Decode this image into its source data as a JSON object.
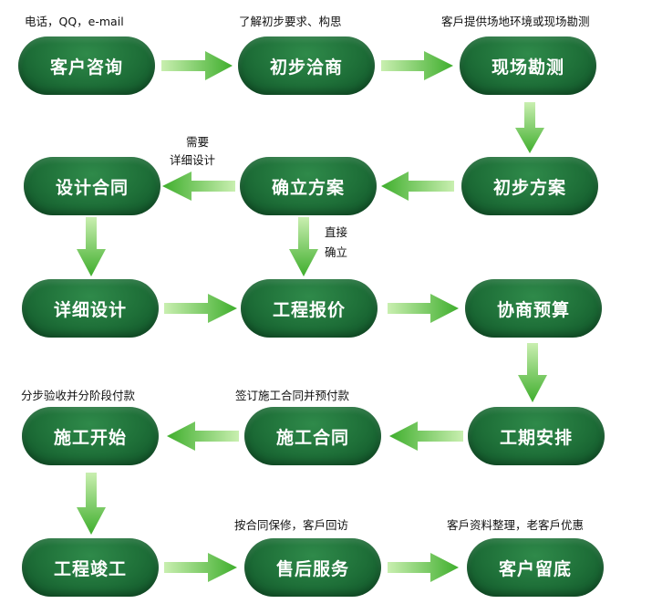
{
  "diagram": {
    "colors": {
      "node_fill": "#1e6f38",
      "node_text": "#ffffff",
      "arrow_light": "#a8e08a",
      "arrow_dark": "#3fae2d"
    },
    "nodes": {
      "kehu_zixun": "客户咨询",
      "chubu_qiashang": "初步洽商",
      "xianchang_kance": "现场勘测",
      "sheji_hetong": "设计合同",
      "queli_fangan": "确立方案",
      "chubu_fangan": "初步方案",
      "xiangxi_sheji": "详细设计",
      "gongcheng_baojia": "工程报价",
      "xieshang_yusuan": "协商预算",
      "shigong_kaishi": "施工开始",
      "shigong_hetong": "施工合同",
      "gongqi_anpai": "工期安排",
      "gongcheng_jungong": "工程竣工",
      "shouhou_fuwu": "售后服务",
      "kehu_liudi": "客户留底"
    },
    "notes": {
      "contact": "电话，QQ，e-mail",
      "understand": "了解初步要求、构思",
      "survey": "客戶提供场地环境或现场勘测",
      "need_detail_1": "需要",
      "need_detail_2": "详细设计",
      "direct_1": "直接",
      "direct_2": "确立",
      "payment": "分步验收并分阶段付款",
      "sign": "签订施工合同并预付款",
      "warranty": "按合同保修，客戶回访",
      "archive": "客戶资料整理，老客戶优惠"
    }
  }
}
